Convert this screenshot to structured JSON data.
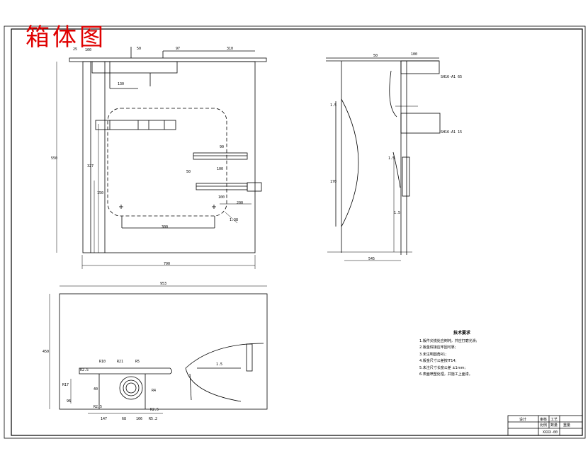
{
  "title": "箱体图",
  "colors": {
    "ink": "#000000",
    "title": "#e00000",
    "paper": "#ffffff"
  },
  "dimensions": {
    "front_top": [
      "25",
      "100",
      "50",
      "97",
      "310"
    ],
    "front_left": [
      "550",
      "327",
      "150"
    ],
    "front_inner": [
      "130",
      "90",
      "300",
      "50",
      "100",
      "100",
      "200",
      "1.38"
    ],
    "front_bottom": "790",
    "side": [
      "50",
      "100",
      "1.5",
      "1.5",
      "1.5",
      "170",
      "545"
    ],
    "section_callouts": [
      "SH16-A1 65",
      "SH16-A1 15"
    ],
    "bottom_overall": "953",
    "bottom_height": "450",
    "bottom_small": [
      "R2.5",
      "40",
      "R10",
      "R21",
      "R5",
      "R2.5",
      "R4",
      "R2.5",
      "1.5",
      "R17",
      "147",
      "68",
      "166",
      "R5.2",
      "96"
    ]
  },
  "notes": {
    "heading": "技术要求",
    "items": [
      "1.钣件尖锐处应倒钝，并应打磨光滑;",
      "2.钣金焊接应牢固可靠;",
      "3.未注明圆角R1;",
      "4.钣金尺寸公差按IT14;",
      "5.未注尺寸长度公差 ±1mm;",
      "6.表面喷塑处理，并施工上面漆。"
    ]
  },
  "title_block": {
    "labels": [
      "设计",
      "审核",
      "工艺",
      "比例",
      "数量",
      "重量"
    ],
    "drawing_no": "XXXX-00"
  }
}
